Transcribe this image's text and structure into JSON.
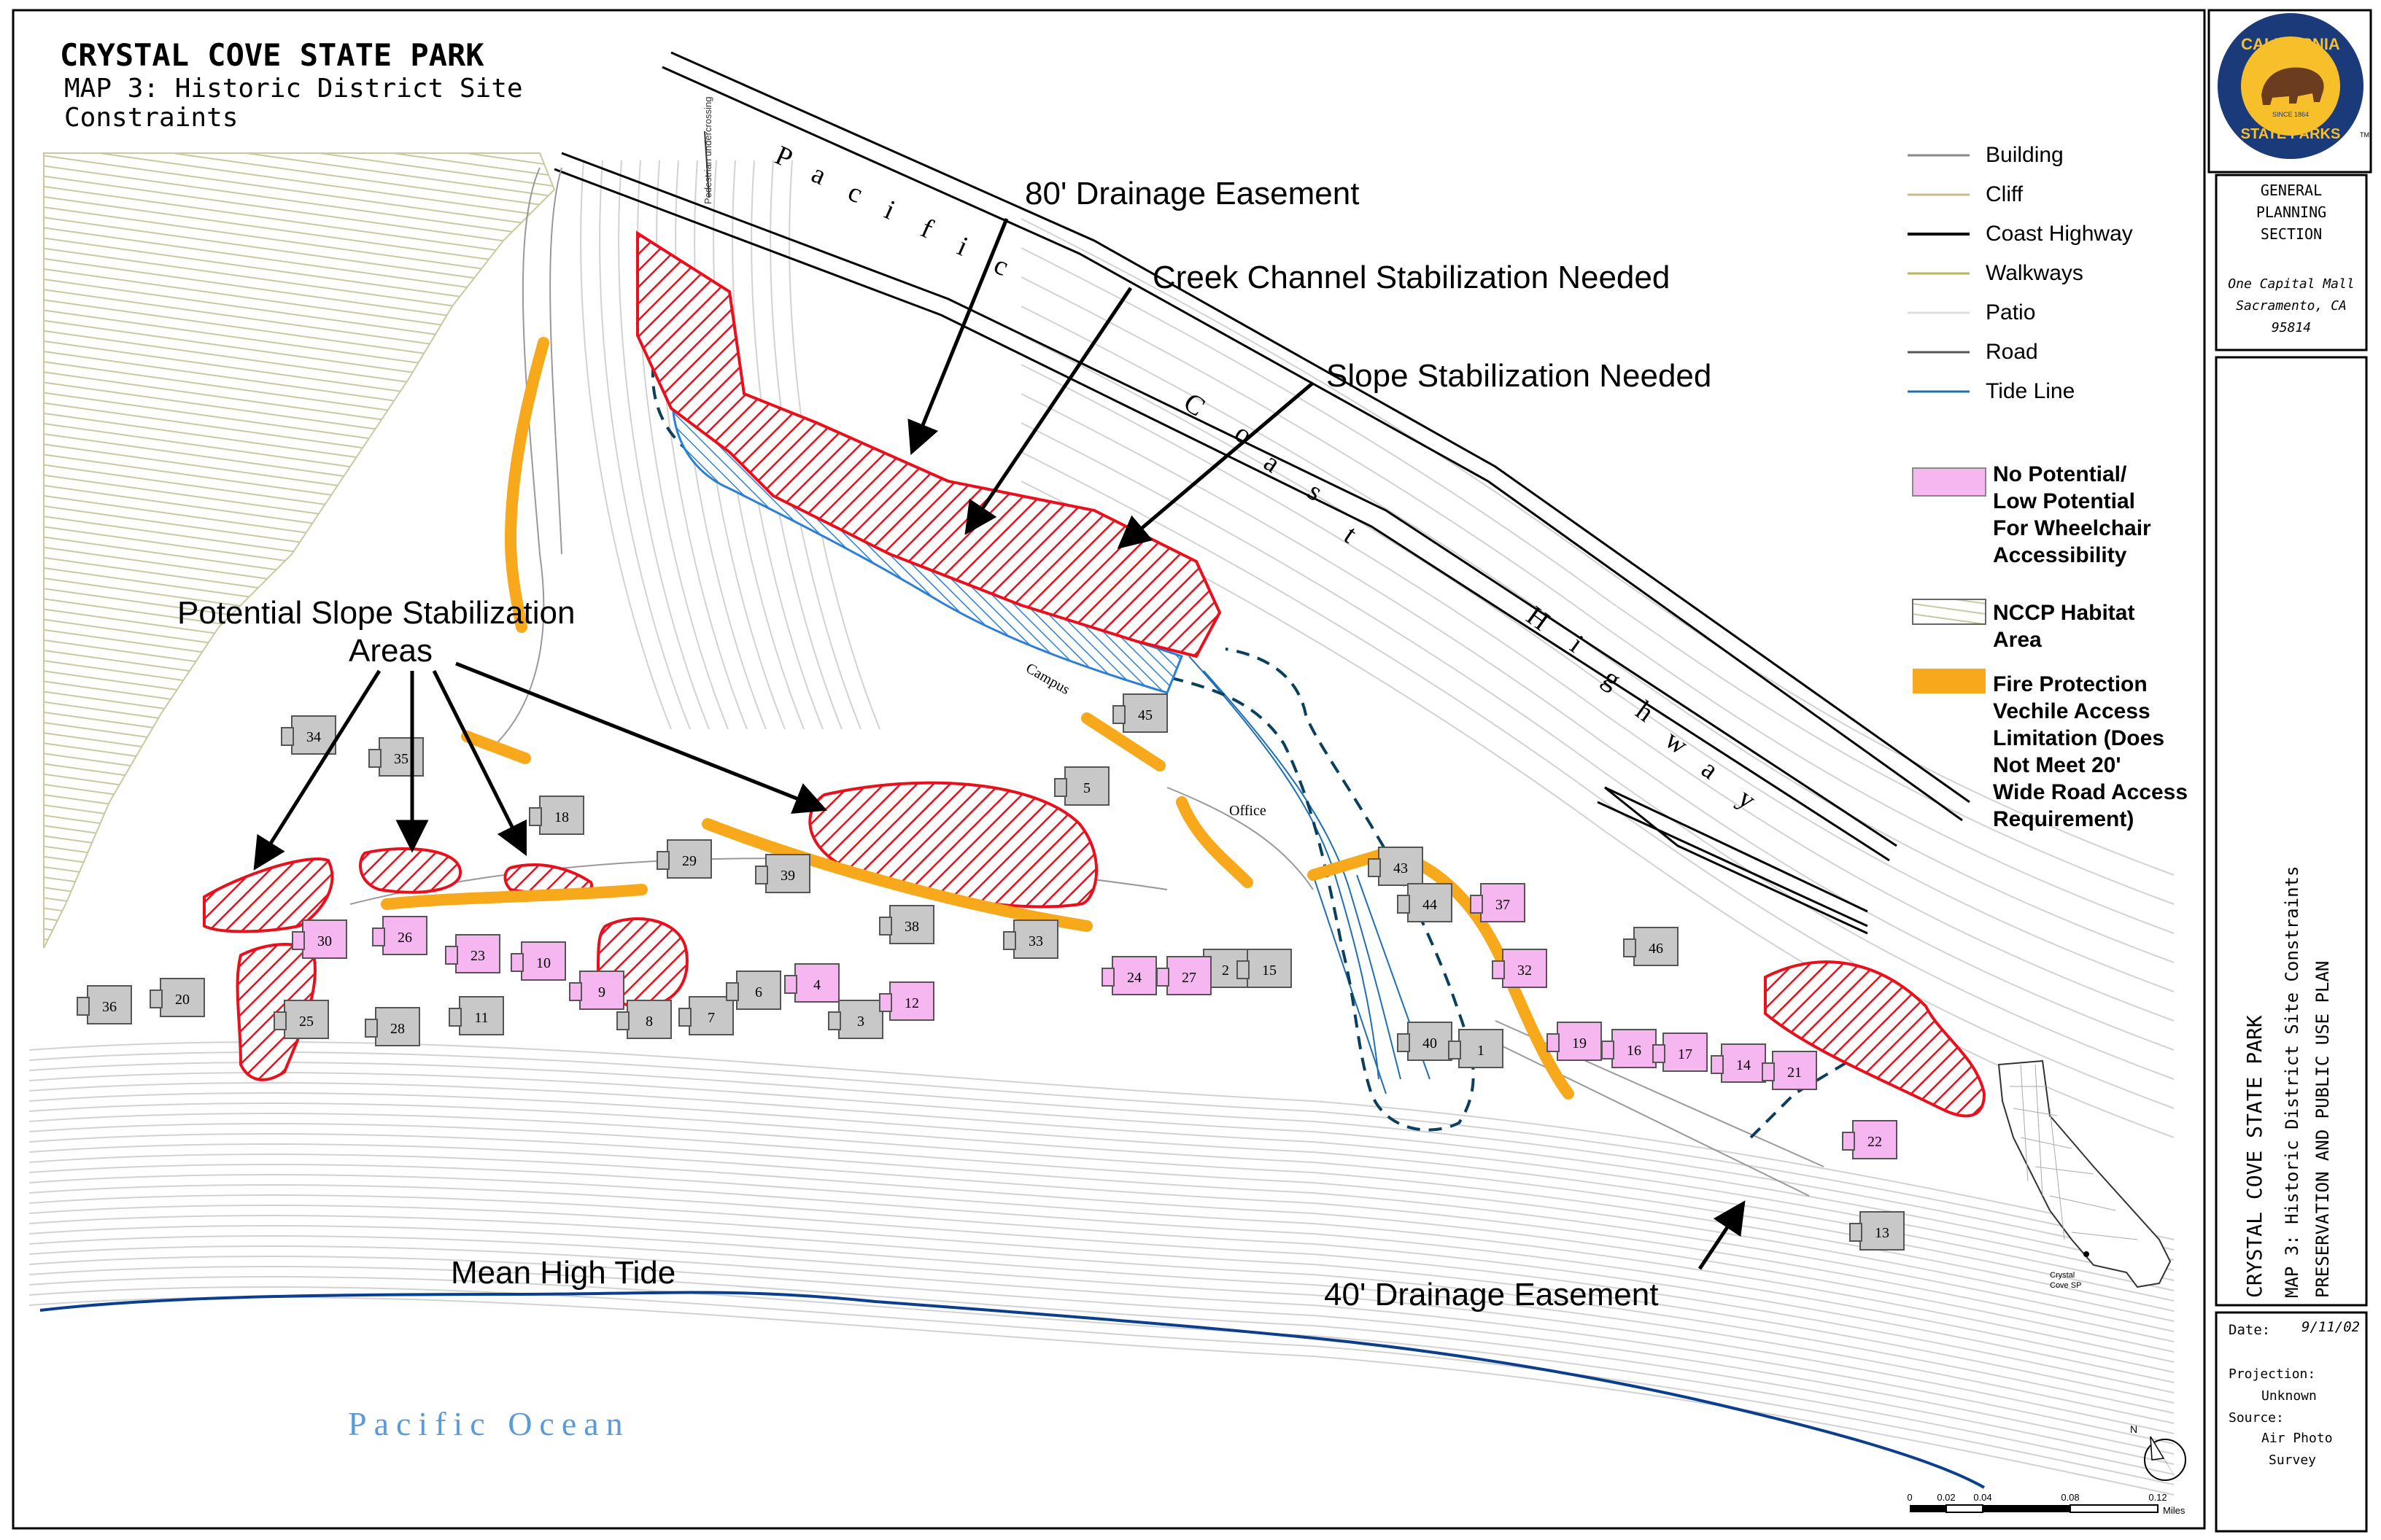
{
  "title": {
    "line1": "CRYSTAL COVE  STATE PARK",
    "line2": "MAP 3:  Historic District Site",
    "line3": "Constraints"
  },
  "labels": {
    "highway_chars": [
      "P",
      "a",
      "c",
      "i",
      "f",
      "i",
      "c",
      "C",
      "o",
      "a",
      "s",
      "t",
      "H",
      "i",
      "g",
      "h",
      "w",
      "a",
      "y"
    ],
    "ocean": "Pacific  Ocean",
    "pedestrian": "Pedestrian undercrossing",
    "office": "Office",
    "campus": "Campus"
  },
  "callouts": {
    "drainage80": "80' Drainage Easement",
    "creek": "Creek Channel Stabilization Needed",
    "slope": "Slope Stabilization Needed",
    "potential_line1": "Potential Slope Stabilization",
    "potential_line2": "Areas",
    "mean_tide": "Mean High Tide",
    "drainage40": "40' Drainage Easement"
  },
  "buildings_gray": [
    "34",
    "35",
    "18",
    "36",
    "20",
    "25",
    "28",
    "11",
    "8",
    "7",
    "6",
    "3",
    "29",
    "39",
    "38",
    "33",
    "2",
    "15",
    "5",
    "45",
    "43",
    "44",
    "46",
    "40",
    "1",
    "13"
  ],
  "buildings_pink": [
    "30",
    "26",
    "23",
    "10",
    "9",
    "4",
    "12",
    "24",
    "27",
    "37",
    "32",
    "19",
    "16",
    "17",
    "14",
    "21",
    "22"
  ],
  "legend": {
    "items": [
      {
        "label": "Building",
        "color": "#888888"
      },
      {
        "label": "Cliff",
        "color": "#c8b98a"
      },
      {
        "label": "Coast Highway",
        "color": "#000000"
      },
      {
        "label": "Walkways",
        "color": "#b5b55a"
      },
      {
        "label": "Patio",
        "color": "#dddddd"
      },
      {
        "label": "Road",
        "color": "#555555"
      },
      {
        "label": "Tide Line",
        "color": "#1f6fb5"
      }
    ],
    "pink": "No Potential/\nLow Potential\nFor Wheelchair\nAccessibility",
    "nccp": "NCCP Habitat\nArea",
    "fire": "Fire Protection\nVechile Access\nLimitation (Does\nNot Meet 20'\nWide Road Access\nRequirement)"
  },
  "seal": {
    "top": "CALIFORNIA",
    "bottom": "STATE PARKS",
    "since": "SINCE 1864",
    "tm": "TM"
  },
  "sidebar": {
    "section": "GENERAL\nPLANNING\nSECTION",
    "address1": "One Capital Mall",
    "address2": "Sacramento, CA",
    "zip": "95814",
    "vertical_title": "CRYSTAL COVE  STATE PARK",
    "vertical_map": "MAP 3:  Historic District Site Constraints",
    "vertical_plan": "PRESERVATION AND PUBLIC USE PLAN",
    "date_label": "Date:",
    "date_value": "9/11/02",
    "projection_label": "Projection:",
    "projection_value": "Unknown",
    "source_label": "Source:",
    "source_value1": "Air Photo",
    "source_value2": "Survey"
  },
  "scale": {
    "ticks": [
      "0",
      "0.02",
      "0.04",
      "0.08",
      "0.12"
    ],
    "unit": "Miles"
  },
  "locator": {
    "label1": "Crystal",
    "label2": "Cove SP"
  },
  "north": "N",
  "colors": {
    "red": "#e8101c",
    "pink": "#f6b6f0",
    "orange": "#f7a81b",
    "blue": "#1f6fb5",
    "tide": "#0b3f8e",
    "gray_building": "#c8c8c8"
  }
}
